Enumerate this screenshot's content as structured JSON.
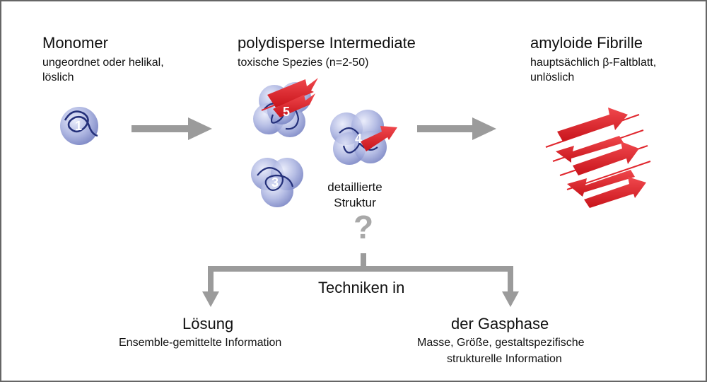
{
  "monomer": {
    "title": "Monomer",
    "line1": "ungeordnet oder helikal,",
    "line2": "löslich",
    "number": "1"
  },
  "intermediate": {
    "title": "polydisperse Intermediate",
    "line1": "toxische Spezies (n=2-50)",
    "numbers": [
      "5",
      "4",
      "3"
    ]
  },
  "fibril": {
    "title": "amyloide Fibrille",
    "line1": "hauptsächlich β-Faltblatt,",
    "line2": "unlöslich"
  },
  "question": {
    "line1": "detaillierte",
    "line2": "Struktur",
    "mark": "?"
  },
  "techniques": {
    "label": "Techniken in"
  },
  "solution": {
    "title": "Lösung",
    "line1": "Ensemble-gemittelte Information"
  },
  "gas": {
    "title": "der Gasphase",
    "line1": "Masse, Größe, gestaltspezifische",
    "line2": "strukturelle Information"
  },
  "colors": {
    "arrow": "#9b9b9b",
    "sphere": "#9fa9db",
    "chain": "#24307a",
    "strand": "#e0262d",
    "border": "#666666"
  }
}
